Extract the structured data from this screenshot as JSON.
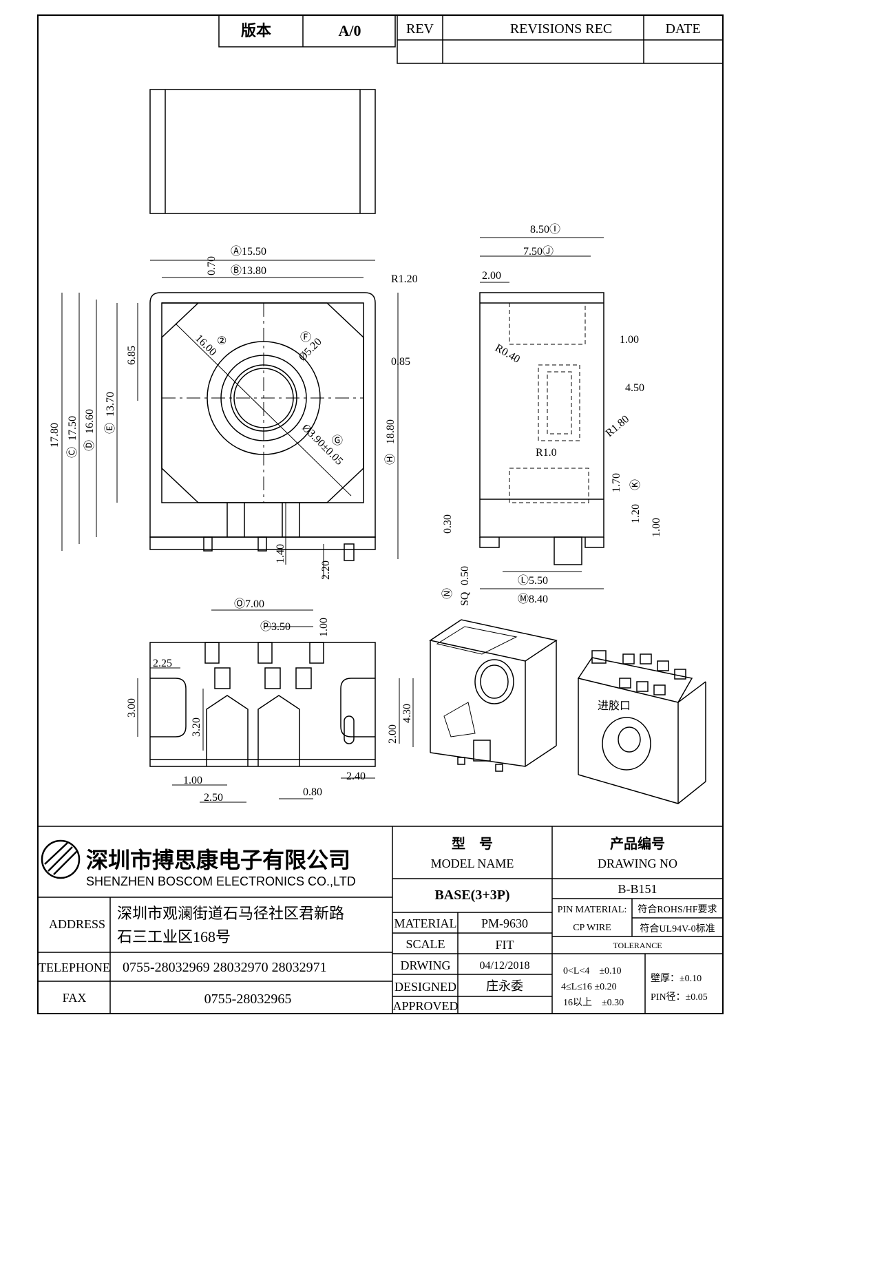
{
  "header": {
    "version_label": "版本",
    "version_value": "A/0",
    "rev_label": "REV",
    "revisions_label": "REVISIONS REC",
    "date_label": "DATE"
  },
  "dimensions": {
    "top_view": {
      "A": "Ⓐ15.50",
      "B": "Ⓑ13.80",
      "t070": "0.70",
      "r120": "R1.20",
      "t685": "6.85",
      "n2": "②",
      "t1600": "16.00",
      "F": "Ⓕ",
      "d520": "Ø5.20",
      "t085": "0.85",
      "d390": "Ø3.90±0.05",
      "G": "Ⓖ",
      "H": "Ⓗ",
      "t1880": "18.80",
      "t1780": "17.80",
      "C": "Ⓒ",
      "t1750": "17.50",
      "D": "Ⓓ",
      "t1660": "16.60",
      "E": "Ⓔ",
      "t1370": "13.70",
      "t140": "1.40",
      "t220": "2.20"
    },
    "side_view": {
      "I": "8.50Ⓘ",
      "J": "7.50Ⓙ",
      "t200": "2.00",
      "t100a": "1.00",
      "r040": "R0.40",
      "t450": "4.50",
      "r180": "R1.80",
      "r10": "R1.0",
      "t170": "1.70",
      "K": "Ⓚ",
      "t120": "1.20",
      "t100b": "1.00",
      "t030": "0.30",
      "t050": "0.50",
      "sq": "SQ",
      "N": "Ⓝ",
      "L": "Ⓛ5.50",
      "M": "Ⓜ8.40"
    },
    "bottom_view": {
      "O": "Ⓞ7.00",
      "P": "Ⓟ3.50",
      "t100c": "1.00",
      "t225": "2.25",
      "t300": "3.00",
      "t320": "3.20",
      "t200b": "2.00",
      "t430": "4.30",
      "t100d": "1.00",
      "t250": "2.50",
      "t080": "0.80",
      "t240": "2.40"
    },
    "iso_label": "进胶口"
  },
  "company": {
    "name_cn": "深圳市搏思康电子有限公司",
    "name_en": "SHENZHEN BOSCOM ELECTRONICS CO.,LTD",
    "address_label": "ADDRESS",
    "address_line1": "深圳市观澜街道石马径社区君新路",
    "address_line2": "石三工业区168号",
    "telephone_label": "TELEPHONE",
    "telephone": "0755-28032969 28032970 28032971",
    "fax_label": "FAX",
    "fax": "0755-28032965"
  },
  "title_block": {
    "model_cn": "型　号",
    "model_en": "MODEL NAME",
    "drawing_no_cn": "产品编号",
    "drawing_no_en": "DRAWING NO",
    "model_value": "BASE(3+3P)",
    "drawing_no_value": "B-B151",
    "material_label": "MATERIAL",
    "material_value": "PM-9630",
    "scale_label": "SCALE",
    "scale_value": "FIT",
    "drwing_label": "DRWING",
    "drwing_value": "04/12/2018",
    "designed_label": "DESIGNED",
    "designed_value": "庄永委",
    "approved_label": "APPROVED",
    "approved_value": "",
    "pin_material_label": "PIN MATERIAL:",
    "pin_material_value": "CP WIRE",
    "rohs": "符合ROHS/HF要求",
    "ul": "符合UL94V-0标准",
    "tolerance_label": "TOLERANCE",
    "tol1": "0<L<4　±0.10",
    "tol2": "4≤L≤16 ±0.20",
    "tol3": "16以上　±0.30",
    "wall": "壁厚：±0.10",
    "pin_dia": "PIN径：±0.05"
  }
}
